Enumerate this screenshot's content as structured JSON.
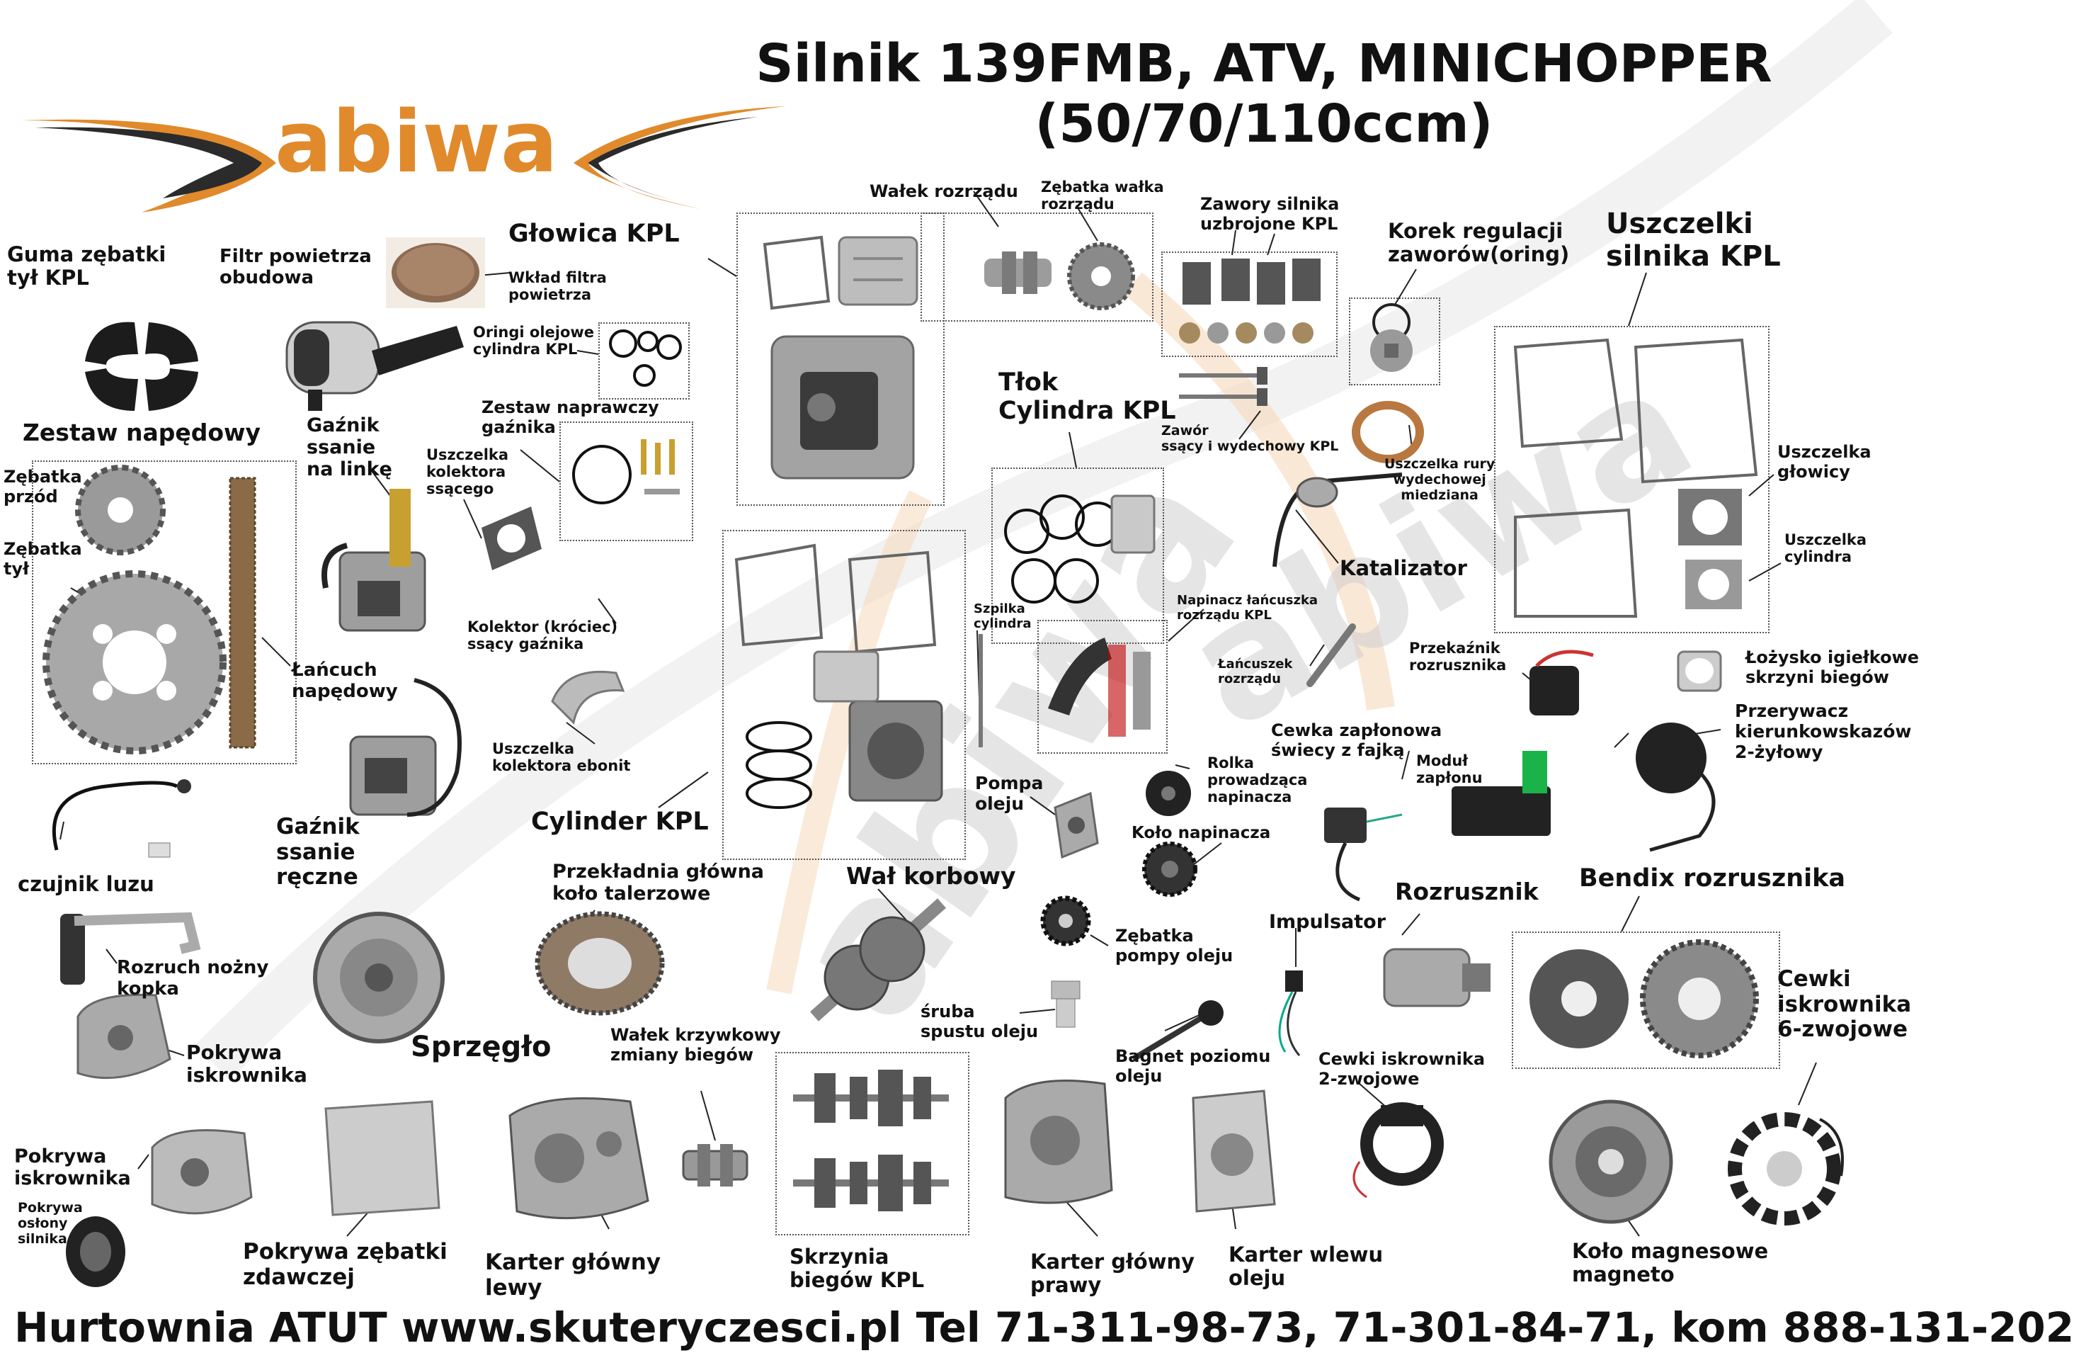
{
  "brand": {
    "logo_text": "abiwa",
    "watermark_text": "abiwa"
  },
  "title": {
    "line1": "Silnik 139FMB, ATV, MINICHOPPER",
    "line2": "(50/70/110ccm)"
  },
  "footer": {
    "text": "Hurtownia ATUT www.skuteryczesci.pl Tel  71-311-98-73, 71-301-84-71, kom 888-131-202"
  },
  "colors": {
    "accent_orange": "#e08a2c",
    "dark": "#3a3a3a",
    "part_gray": "#9a9a9a"
  },
  "labels": {
    "guma": [
      "Guma zębatki",
      "tył KPL"
    ],
    "filtr": [
      "Filtr powietrza",
      "obudowa"
    ],
    "wklad": [
      "Wkład filtra",
      "powietrza"
    ],
    "glowica": "Głowica KPL",
    "walek_rozrzadu": "Wałek rozrządu",
    "zebatka_walka": [
      "Zębatka wałka",
      "rozrządu"
    ],
    "zawory": [
      "Zawory silnika",
      "uzbrojone KPL"
    ],
    "korek": [
      "Korek regulacji",
      "zaworów(oring)"
    ],
    "uszczelki_silnika": [
      "Uszczelki",
      "silnika KPL"
    ],
    "oringi": [
      "Oringi olejowe",
      "cylindra KPL"
    ],
    "zestaw_napedowy": "Zestaw napędowy",
    "zestaw_naprawczy": [
      "Zestaw naprawczy",
      "gaźnika"
    ],
    "tlok": [
      "Tłok",
      "Cylindra KPL"
    ],
    "zebatka_przod": [
      "Zębatka",
      "przód"
    ],
    "gaznik_linke": [
      "Gaźnik",
      "ssanie",
      "na linkę"
    ],
    "uszczelka_kolektora": [
      "Uszczelka",
      "kolektora",
      "ssącego"
    ],
    "zawor": [
      "Zawór",
      "ssący i wydechowy KPL"
    ],
    "uszczelka_rury": [
      "Uszczelka rury",
      "wydechowej",
      "miedziana"
    ],
    "uszczelka_glowicy": [
      "Uszczelka",
      "głowicy"
    ],
    "zebatka_tyl": [
      "Zębatka",
      "tył"
    ],
    "katalizator": "Katalizator",
    "uszczelka_cylindra": [
      "Uszczelka",
      "cylindra"
    ],
    "kolektor": [
      "Kolektor (króciec)",
      "ssący gaźnika"
    ],
    "napinacz": [
      "Napinacz łańcuszka",
      "rozrządu KPL"
    ],
    "szpilka": [
      "Szpilka",
      "cylindra"
    ],
    "lancuch": [
      "Łańcuch",
      "napędowy"
    ],
    "lancuszek": [
      "Łańcuszek",
      "rozrządu"
    ],
    "przekaznik": [
      "Przekaźnik",
      "rozrusznika"
    ],
    "lozysko": [
      "Łożysko igiełkowe",
      "skrzyni biegów"
    ],
    "cewka_zaplonowa": [
      "Cewka zapłonowa",
      "świecy z fajką"
    ],
    "przerywacz": [
      "Przerywacz",
      "kierunkowskazów",
      "2-żyłowy"
    ],
    "uszczelka_ebonit": [
      "Uszczelka",
      "kolektora ebonit"
    ],
    "rolka": [
      "Rolka",
      "prowadząca",
      "napinacza"
    ],
    "modul": [
      "Moduł",
      "zapłonu"
    ],
    "pompa": [
      "Pompa",
      "oleju"
    ],
    "gaznik_reczne": [
      "Gaźnik",
      "ssanie",
      "ręczne"
    ],
    "cylinder": "Cylinder KPL",
    "czujnik": "czujnik luzu",
    "kolo_napinacza": "Koło napinacza",
    "przekladnia": [
      "Przekładnia główna",
      "koło talerzowe"
    ],
    "wal": "Wał korbowy",
    "rozrusznik": "Rozrusznik",
    "bendix": "Bendix rozrusznika",
    "impulsator": "Impulsator",
    "zebatka_pompy": [
      "Zębatka",
      "pompy oleju"
    ],
    "rozruch": [
      "Rozruch nożny",
      "kopka"
    ],
    "sruba": [
      "śruba",
      "spustu oleju"
    ],
    "cewki6": [
      "Cewki",
      "iskrownika",
      "6-zwojowe"
    ],
    "pokrywa_iskr1": [
      "Pokrywa",
      "iskrownika"
    ],
    "sprzeglo": "Sprzęgło",
    "walek_krzywkowy": [
      "Wałek krzywkowy",
      "zmiany biegów"
    ],
    "bagnet": [
      "Bagnet poziomu",
      "oleju"
    ],
    "cewki2": [
      "Cewki iskrownika",
      "2-zwojowe"
    ],
    "pokrywa_iskr2": [
      "Pokrywa",
      "iskrownika"
    ],
    "pokrywa_oslony": [
      "Pokrywa",
      "osłony",
      "silnika"
    ],
    "pokrywa_zebatki": [
      "Pokrywa zębatki",
      "zdawczej"
    ],
    "karter_lewy": [
      "Karter główny",
      "lewy"
    ],
    "skrzynia": [
      "Skrzynia",
      "biegów KPL"
    ],
    "karter_prawy": [
      "Karter główny",
      "prawy"
    ],
    "karter_wlewu": [
      "Karter wlewu",
      "oleju"
    ],
    "kolo_magnesowe": [
      "Koło magnesowe",
      "magneto"
    ]
  }
}
